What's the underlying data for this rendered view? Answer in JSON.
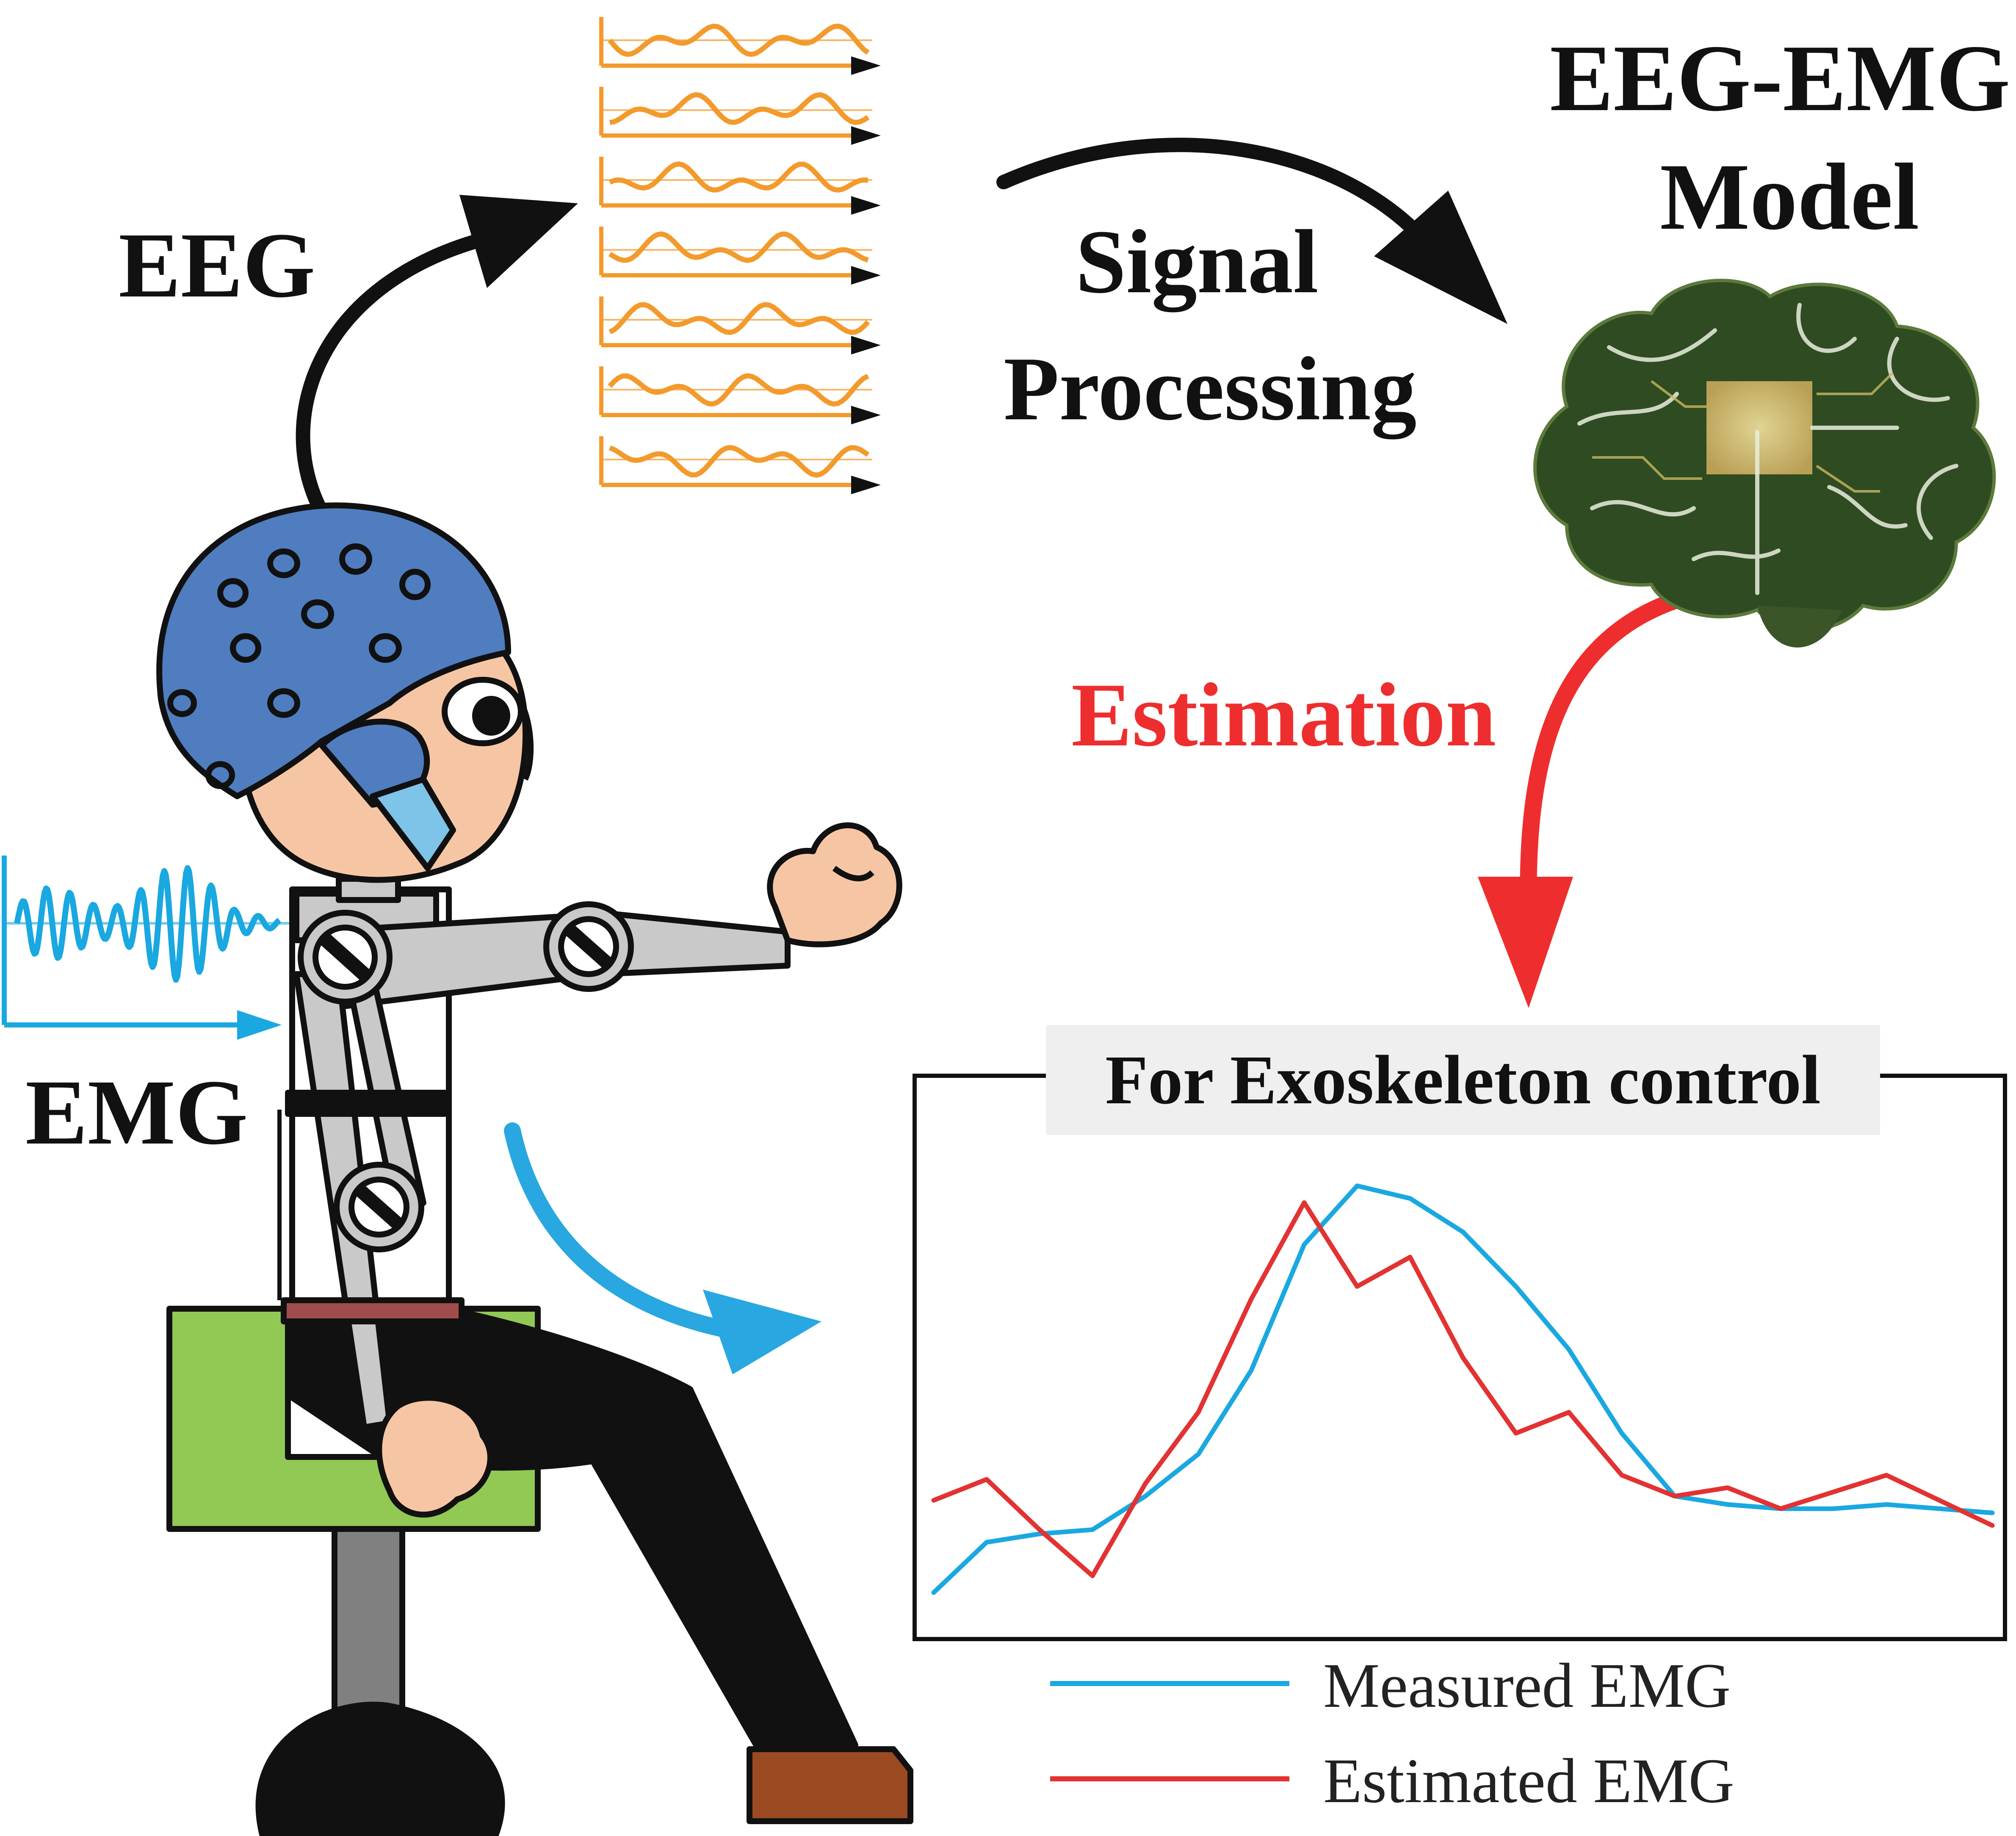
{
  "labels": {
    "eeg": "EEG",
    "signal_processing_line1": "Signal",
    "signal_processing_line2": "Processing",
    "model_line1": "EEG-EMG",
    "model_line2": "Model",
    "estimation": "Estimation",
    "emg": "EMG",
    "panel_title": "For Exoskeleton control"
  },
  "legend": {
    "measured": "Measured EMG",
    "estimated": "Estimated EMG"
  },
  "colors": {
    "eeg_traces": "#F39A2C",
    "emg_signal": "#1AA8E0",
    "measured_emg": "#1AA8E0",
    "estimated_emg": "#E23232",
    "estimation_arrow": "#EE2E2E",
    "helmet": "#4F7DC0",
    "chair_seat": "#92C854",
    "skin": "#F6C6A4",
    "shoe": "#9B4A22",
    "panel_title_bg": "#EFEFEF"
  },
  "icons": {
    "brain": "circuit-brain-icon",
    "person": "seated-person-with-exoskeleton"
  },
  "chart_data": {
    "type": "line",
    "title": "For Exoskeleton control",
    "xlabel": "",
    "ylabel": "",
    "x": [
      0,
      5,
      10,
      15,
      20,
      25,
      30,
      35,
      40,
      45,
      50,
      55,
      60,
      65,
      70,
      75,
      80,
      85,
      90,
      95,
      100
    ],
    "series": [
      {
        "name": "Measured EMG",
        "values": [
          0.02,
          0.14,
          0.16,
          0.17,
          0.25,
          0.35,
          0.55,
          0.85,
          0.99,
          0.96,
          0.88,
          0.75,
          0.6,
          0.4,
          0.25,
          0.23,
          0.22,
          0.22,
          0.23,
          0.22,
          0.21
        ]
      },
      {
        "name": "Estimated EMG",
        "values": [
          0.24,
          0.29,
          0.17,
          0.06,
          0.28,
          0.45,
          0.72,
          0.95,
          0.75,
          0.82,
          0.58,
          0.4,
          0.45,
          0.3,
          0.25,
          0.27,
          0.22,
          0.26,
          0.3,
          0.24,
          0.18
        ]
      }
    ],
    "grid": false,
    "legend": "bottom"
  }
}
